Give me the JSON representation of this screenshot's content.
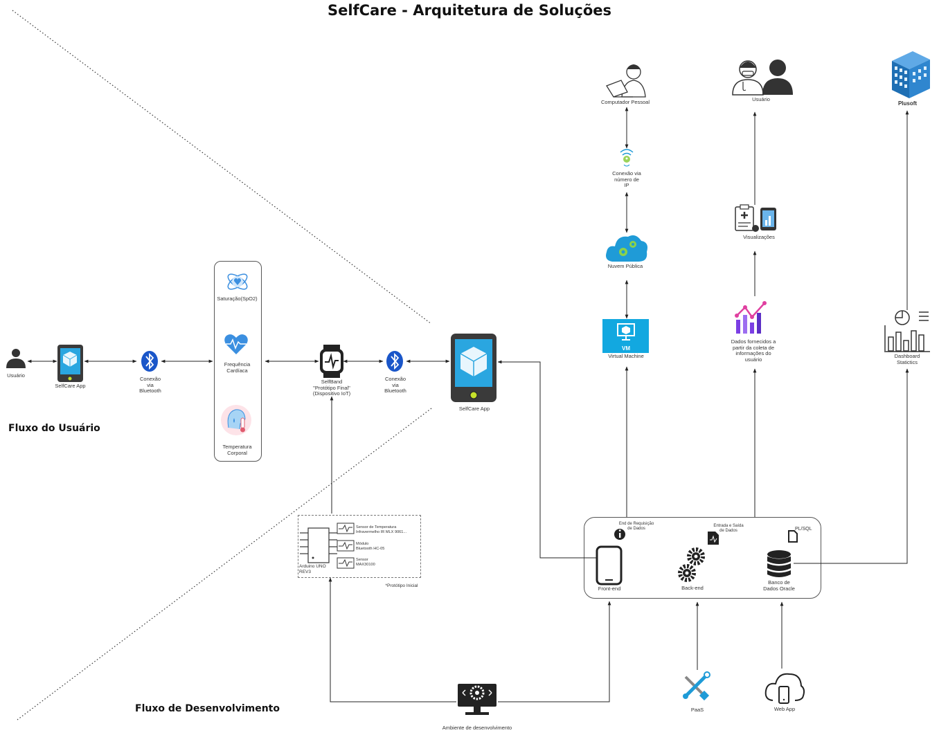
{
  "title": "SelfCare - Arquitetura de Soluções",
  "flows": {
    "user": "Fluxo do Usuário",
    "dev": "Fluxo de Desenvolvimento"
  },
  "nodes": {
    "usuario_left": "Usuário",
    "selfcare_app_small": "SelfCare App",
    "bt1": [
      "Conexão",
      "via",
      "Bluetooth"
    ],
    "saturacao": "Saturação(SpO2)",
    "frequencia": [
      "Frequência",
      "Cardíaca"
    ],
    "temperatura": [
      "Temperatura",
      "Corporal"
    ],
    "selfband": [
      "SelfBand",
      "\"Protótipo Final\"",
      "(Dispositivo IoT)"
    ],
    "bt2": [
      "Conexão",
      "via",
      "Bluetooth"
    ],
    "selfcare_app_big": "SelfCare App",
    "arduino": [
      "Arduino UNO",
      "REV3"
    ],
    "sensor_temp": [
      "Sensor de Temperatura",
      "Infravermelho IR MLX 9061..."
    ],
    "modulo_bt": [
      "Módulo",
      "Bluetooth HC-05"
    ],
    "sensor_max": [
      "Sensor",
      "MAX30100"
    ],
    "prototipo_inicial": "*Protótipo Inicial",
    "computador": "Computador Pessoal",
    "conexao_ip": [
      "Conexão via",
      "número de",
      "IP"
    ],
    "nuvem": "Nuvem Pública",
    "vm_badge": "VM",
    "vm": "Virtual Machine",
    "usuario_right": "Usuário",
    "visualizacoes": "Visualizações",
    "dados": [
      "Dados fornecidos a",
      "partir da coleta  de",
      "informações do",
      "usuário"
    ],
    "plusoft": "Plusoft",
    "dashboard": [
      "Dashboard",
      "Statictics"
    ],
    "end_req": [
      "End de Requisição",
      "de Dados"
    ],
    "entrada": [
      "Entrada e Saída",
      "de Dados"
    ],
    "plsql": "PL/SQL",
    "frontend": "Front-end",
    "backend": "Back-end",
    "banco": [
      "Banco de",
      "Dados Oracle"
    ],
    "paas": "PaaS",
    "webapp": "Web App",
    "ambiente": "Ambiente de desenvolvimento"
  },
  "colors": {
    "bluetooth": "#1a56c9",
    "azure": "#1f9bd7",
    "vm_bg": "#12a8e0",
    "arrow": "#222222",
    "heart": "#3b8fe0",
    "chart_purple": "#7b3fe4",
    "chart_pink": "#e040a0",
    "plusoft": "#1e6fb4"
  }
}
